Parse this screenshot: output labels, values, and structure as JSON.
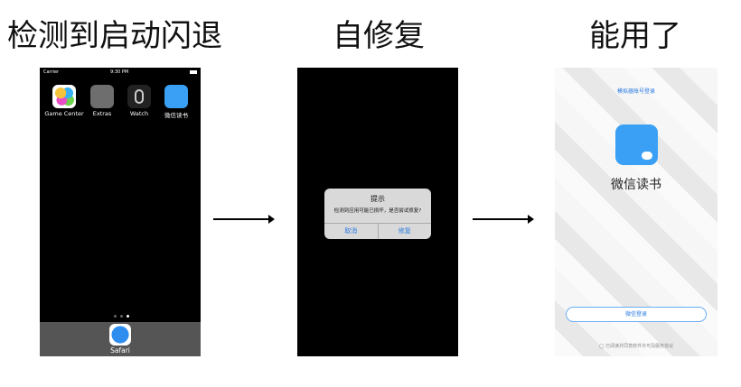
{
  "titles": [
    "检测到启动闪退",
    "自修复",
    "能用了"
  ],
  "phone1": {
    "carrier": "Carrier",
    "time": "9:30 PM",
    "apps": [
      {
        "label": "Game Center"
      },
      {
        "label": "Extras"
      },
      {
        "label": "Watch"
      },
      {
        "label": "微信读书"
      }
    ],
    "dock_app": "Safari"
  },
  "phone2": {
    "alert_title": "提示",
    "alert_message": "检测到应用可能已损坏，是否尝试修复?",
    "cancel": "取消",
    "repair": "修复"
  },
  "phone3": {
    "simulator_login": "模拟器账号登录",
    "app_name": "微信读书",
    "wechat_login": "微信登录",
    "agreement": "已阅读并同意软件许可及服务协议"
  },
  "colors": {
    "accent": "#2a7ae2",
    "app_blue": "#3aa0f5"
  }
}
